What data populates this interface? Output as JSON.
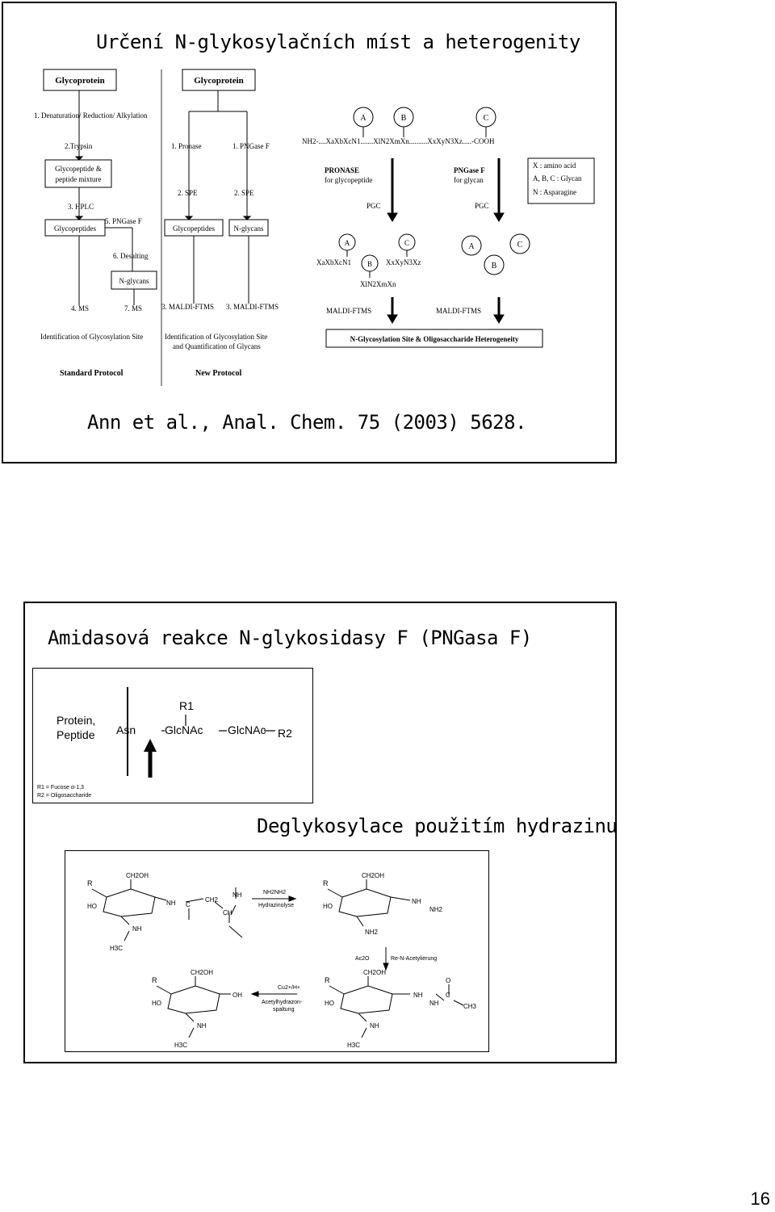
{
  "slide1": {
    "title": "Určení N-glykosylačních míst a heterogenity",
    "citation": "Ann et al., Anal. Chem. 75 (2003) 5628.",
    "diagram": {
      "glycoprotein_left": "Glycoprotein",
      "glycoprotein_right": "Glycoprotein",
      "step_denaturation": "1. Denaturation/ Reduction/ Alkylation",
      "step_trypsin": "2.Trypsin",
      "mixture_line1": "Glycopeptide &",
      "mixture_line2": "peptide mixture",
      "step_hplc": "3. HPLC",
      "step_pngase_left": "5. PNGase F",
      "glycopeptides_left": "Glycopeptides",
      "step_desalting": "6. Desalting",
      "nglycans_left": "N-glycans",
      "step_ms4": "4. MS",
      "step_ms7": "7. MS",
      "identification_left": "Identification of Glycosylation Site",
      "standard_protocol": "Standard Protocol",
      "step_pronase": "1. Pronase",
      "step_pngase_right": "1. PNGase F",
      "step_spe_a": "2. SPE",
      "step_spe_b": "2. SPE",
      "glycopeptides_right": "Glycopeptides",
      "nglycans_right": "N-glycans",
      "maldi_a": "3. MALDI-FTMS",
      "maldi_b": "3. MALDI-FTMS",
      "identification_right_1": "Identification of Glycosylation Site",
      "identification_right_2": "and Quantification of Glycans",
      "new_protocol": "New Protocol",
      "circle_a": "A",
      "circle_b": "B",
      "circle_c": "C",
      "sequence": "NH2-....XaXbXcN1.......XlN2XmXn..........XxXyN3Xz.....-COOH",
      "pronase_line1": "PRONASE",
      "pronase_line2": "for glycopeptide",
      "pngase_line1": "PNGase F",
      "pngase_line2": "for glycan",
      "pgc_left": "PGC",
      "pgc_right": "PGC",
      "legend_x": "X : amino acid",
      "legend_abc": "A, B, C : Glycan",
      "legend_n": "N : Asparagine",
      "frag1": "XaXbXcN1",
      "frag2": "XxXyN3Xz",
      "frag3": "XlN2XmXn",
      "maldi_c": "MALDI-FTMS",
      "maldi_d": "MALDI-FTMS",
      "result": "N-Glycosylation Site & Oligosaccharide Heterogeneity"
    }
  },
  "slide2": {
    "title": "Amidasová reakce N-glykosidasy F (PNGasa F)",
    "subtitle": "Deglykosylace použitím hydrazinu",
    "amidase": {
      "protein_line1": "Protein,",
      "protein_line2": "Peptide",
      "asn": "Asn",
      "glcnac1": "GlcNAc",
      "glcnac2": "GlcNAc",
      "r1": "R1",
      "r2": "R2",
      "legend_r1": "R1 = Fucose α-1,3",
      "legend_r2": "R2 = Oligosaccharide"
    },
    "hydrazine": {
      "reagent_top": "NH2NH2",
      "reagent_top_label": "Hydrazinolyse",
      "reagent_down": "Ac2O",
      "reagent_down_label": "Re-N-Acetylierung",
      "reagent_bottom": "Cu2+/H+",
      "reagent_bottom_label1": "Acetylhydrazon-",
      "reagent_bottom_label2": "spaltung"
    }
  },
  "page_number": "16"
}
